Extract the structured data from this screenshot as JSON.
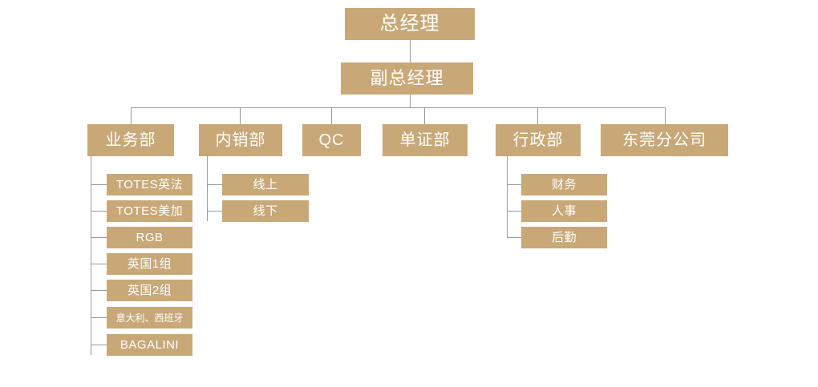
{
  "diagram": {
    "title_top": "总经理",
    "level1": "副总经理",
    "departments": [
      {
        "label": "业务部"
      },
      {
        "label": "内销部"
      },
      {
        "label": "QC"
      },
      {
        "label": "单证部"
      },
      {
        "label": "行政部"
      },
      {
        "label": "东莞分公司"
      }
    ],
    "sales_children": [
      "TOTES英法",
      "TOTES美加",
      "RGB",
      "英国1组",
      "英国2组",
      "意大利、西班牙",
      "BAGALINI"
    ],
    "domestic_children": [
      "线上",
      "线下"
    ],
    "admin_children": [
      "财务",
      "人事",
      "后勤"
    ],
    "colors": {
      "box_fill": "#c9a878",
      "box_text": "#ffffff",
      "connector": "#9a9a9a",
      "background": "#ffffff"
    }
  }
}
